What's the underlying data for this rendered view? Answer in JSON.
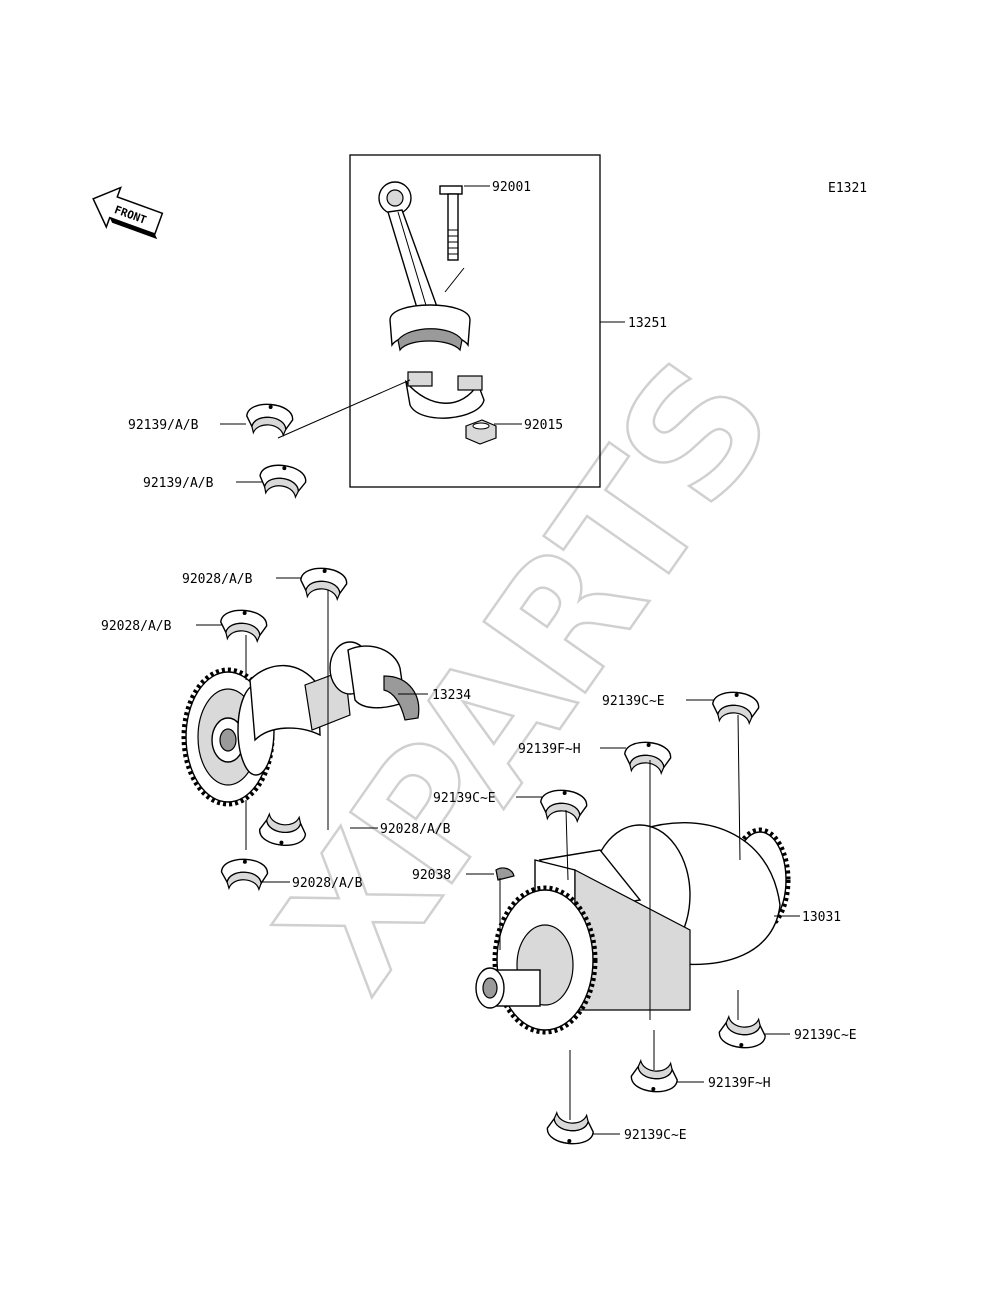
{
  "diagram_code": "E1321",
  "front_label": "FRONT",
  "watermark": "XPARTS",
  "callouts": {
    "c_92001": "92001",
    "c_13251": "13251",
    "c_92015": "92015",
    "c_92139ab_1": "92139/A/B",
    "c_92139ab_2": "92139/A/B",
    "c_92028ab_1": "92028/A/B",
    "c_92028ab_2": "92028/A/B",
    "c_92028ab_3": "92028/A/B",
    "c_92028ab_4": "92028/A/B",
    "c_13234": "13234",
    "c_92139ce_1": "92139C~E",
    "c_92139fh_1": "92139F~H",
    "c_92139ce_2": "92139C~E",
    "c_92038": "92038",
    "c_13031": "13031",
    "c_92139ce_3": "92139C~E",
    "c_92139fh_2": "92139F~H",
    "c_92139ce_4": "92139C~E"
  }
}
